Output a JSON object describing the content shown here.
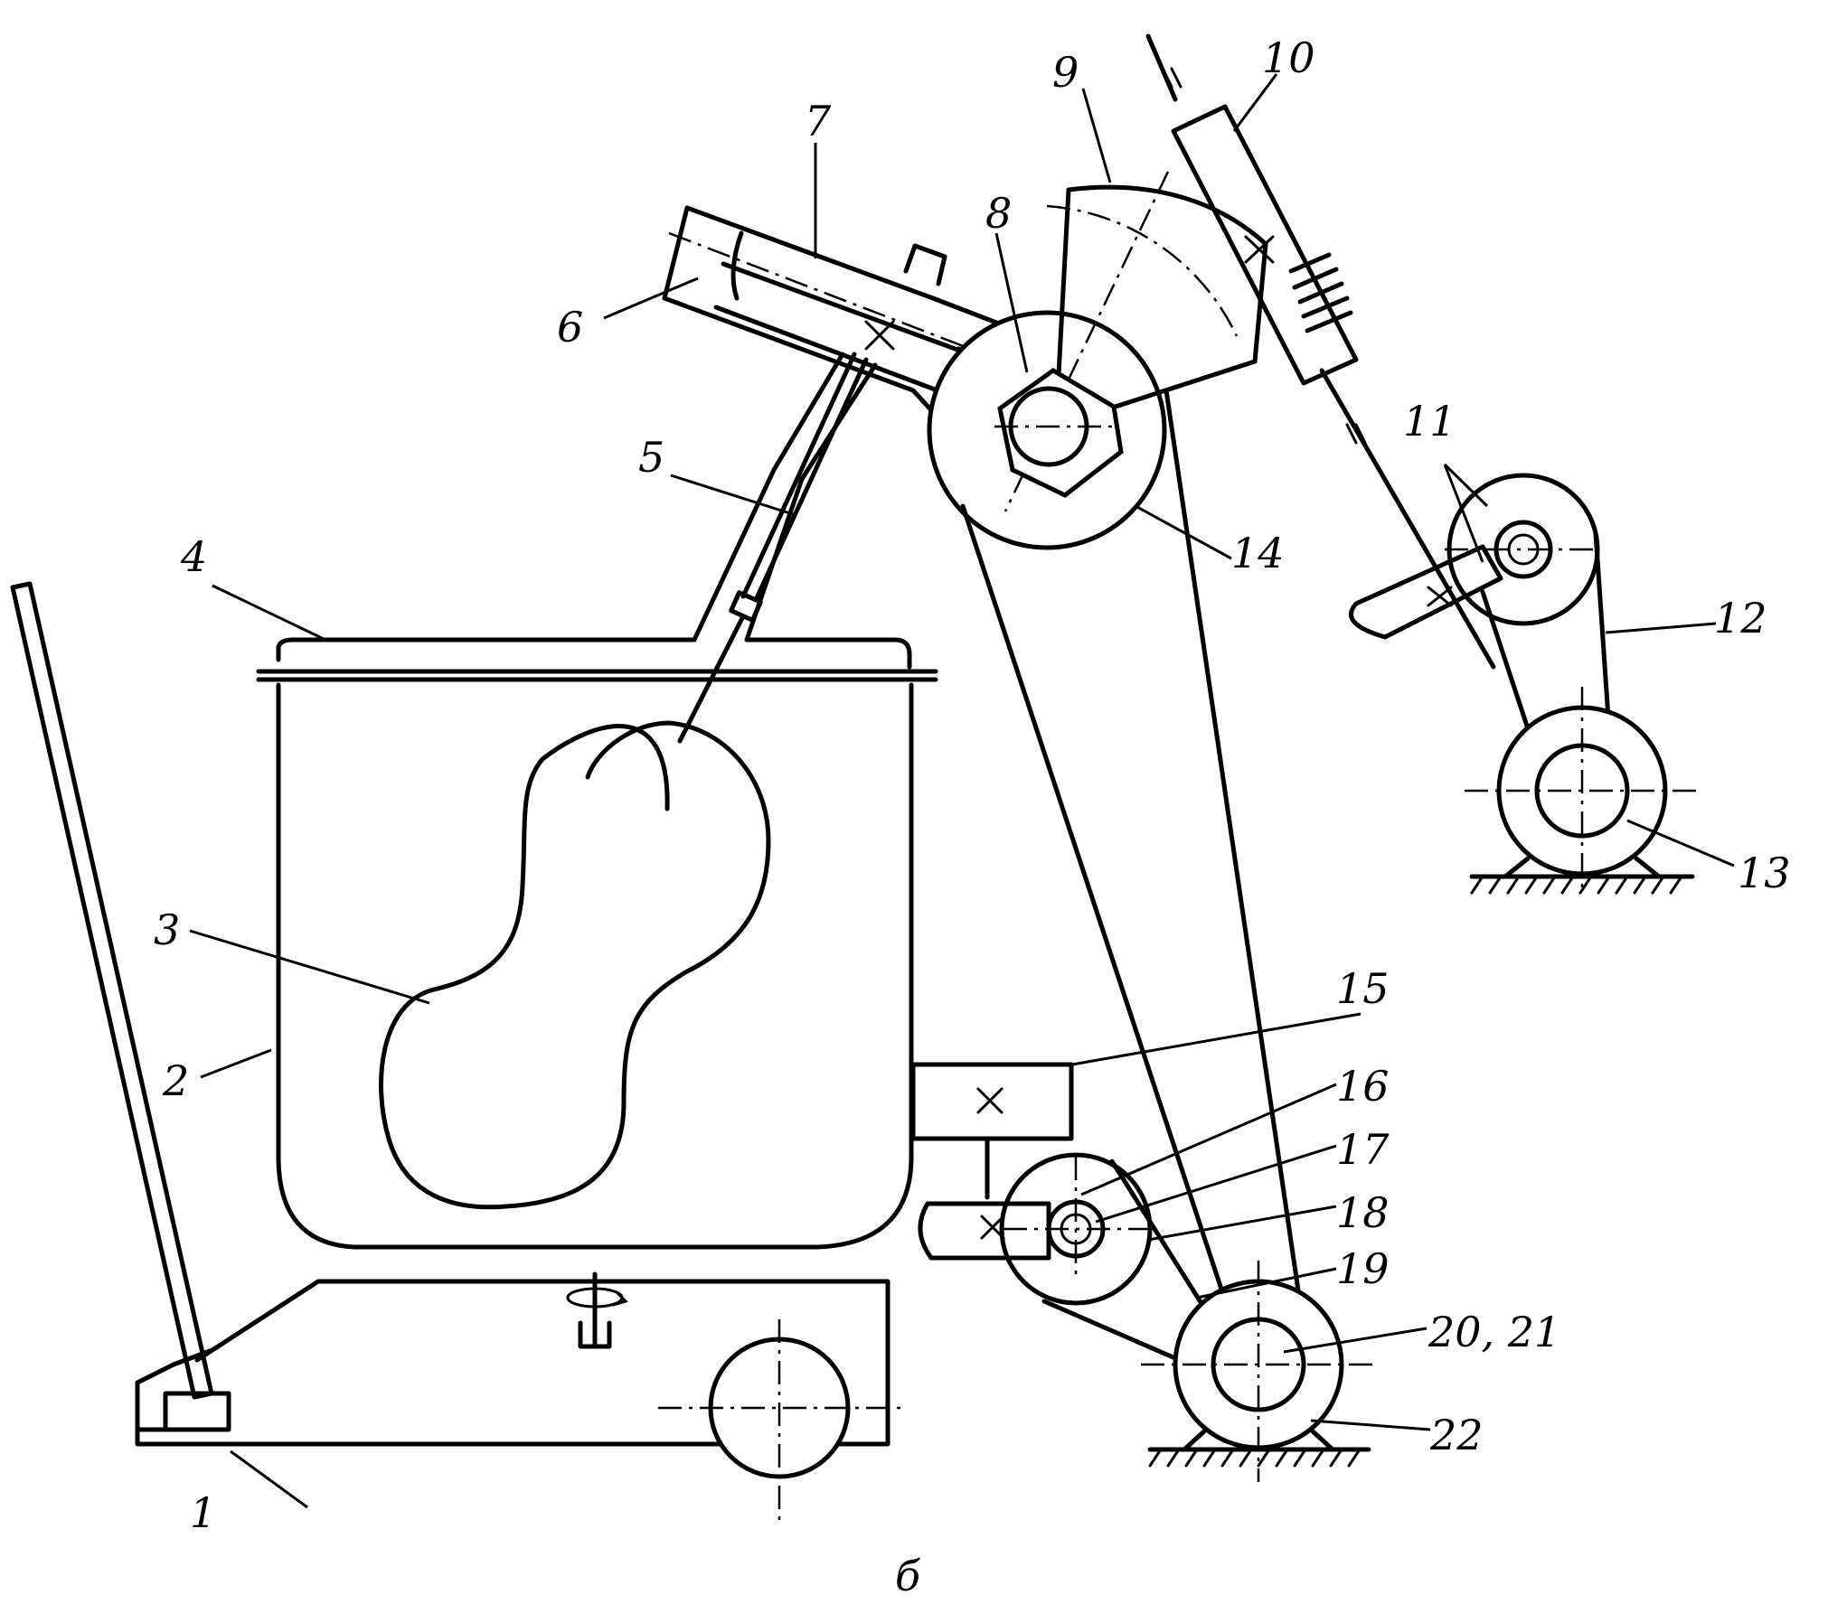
{
  "labels": {
    "l1": "1",
    "l2": "2",
    "l3": "3",
    "l4": "4",
    "l5": "5",
    "l6": "6",
    "l7": "7",
    "l8": "8",
    "l9": "9",
    "l10": "10",
    "l11": "11",
    "l12": "12",
    "l13": "13",
    "l14": "14",
    "l15": "15",
    "l16": "16",
    "l17": "17",
    "l18": "18",
    "l19": "19",
    "l20": "20, 21",
    "l22": "22"
  },
  "caption": "б",
  "colors": {
    "ink": "#000000",
    "paper": "#ffffff"
  }
}
